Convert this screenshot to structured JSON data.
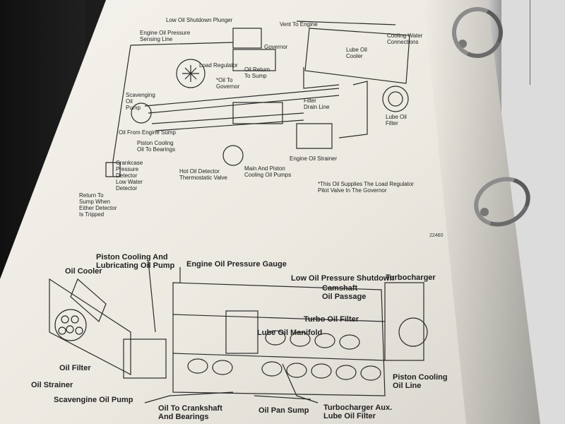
{
  "upper_diagram": {
    "labels": {
      "low_oil_shutdown_plunger": "Low Oil Shutdown Plunger",
      "vent_to_engine": "Vent To Engine",
      "engine_oil_pressure_sensing_line": "Engine Oil Pressure\nSensing Line",
      "governor": "Governor",
      "cooling_water_connections": "Cooling Water\nConnections",
      "lube_oil_cooler": "Lube Oil\nCooler",
      "load_regulator": "Load Regulator",
      "oil_return_to_sump": "Oil Return\nTo Sump",
      "oil_to_governor": "*Oil To\nGovernor",
      "scavenging_oil_pump": "Scavenging\nOil\nPump",
      "filter_drain_line": "Filter\nDrain Line",
      "lube_oil_filter": "Lube Oil\nFilter",
      "oil_from_engine_sump": "Oil From Engine Sump",
      "piston_cooling_oil_to_bearings": "Piston Cooling\nOil To Bearings",
      "engine_oil_strainer": "Engine Oil Strainer",
      "crankcase_pressure_detector": "Crankcase\nPressure\nDetector\nLow Water\nDetector",
      "hot_oil_detector": "Hot Oil Detector\nThermostatic Valve",
      "main_and_piston_cooling_oil_pumps": "Main And Piston\nCooling Oil Pumps",
      "footnote": "*This Oil Supplies The Load Regulator\nPilot Valve In The Governor",
      "return_to_sump": "Return To\nSump When\nEither Detector\nIs Tripped",
      "figure_number": "22460"
    }
  },
  "lower_diagram": {
    "labels": {
      "piston_cooling_and_lubricating_oil_pump": "Piston Cooling And\nLubricating Oil Pump",
      "engine_oil_pressure_gauge": "Engine Oil Pressure Gauge",
      "oil_cooler": "Oil Cooler",
      "low_oil_pressure_shutdown": "Low Oil Pressure Shutdown",
      "turbocharger": "Turbocharger",
      "camshaft_oil_passage": "Camshaft\nOil Passage",
      "turbo_oil_filter": "Turbo Oil Filter",
      "lube_oil_manifold": "Lube Oil Manifold",
      "oil_filter": "Oil Filter",
      "oil_strainer": "Oil Strainer",
      "piston_cooling_oil_line": "Piston Cooling\nOil Line",
      "scavenging_oil_pump": "Scavengine Oil Pump",
      "oil_to_crankshaft_and_bearings": "Oil To Crankshaft\nAnd Bearings",
      "oil_pan_sump": "Oil Pan Sump",
      "turbocharger_aux_lube_oil_filter": "Turbocharger Aux.\nLube Oil Filter"
    }
  }
}
